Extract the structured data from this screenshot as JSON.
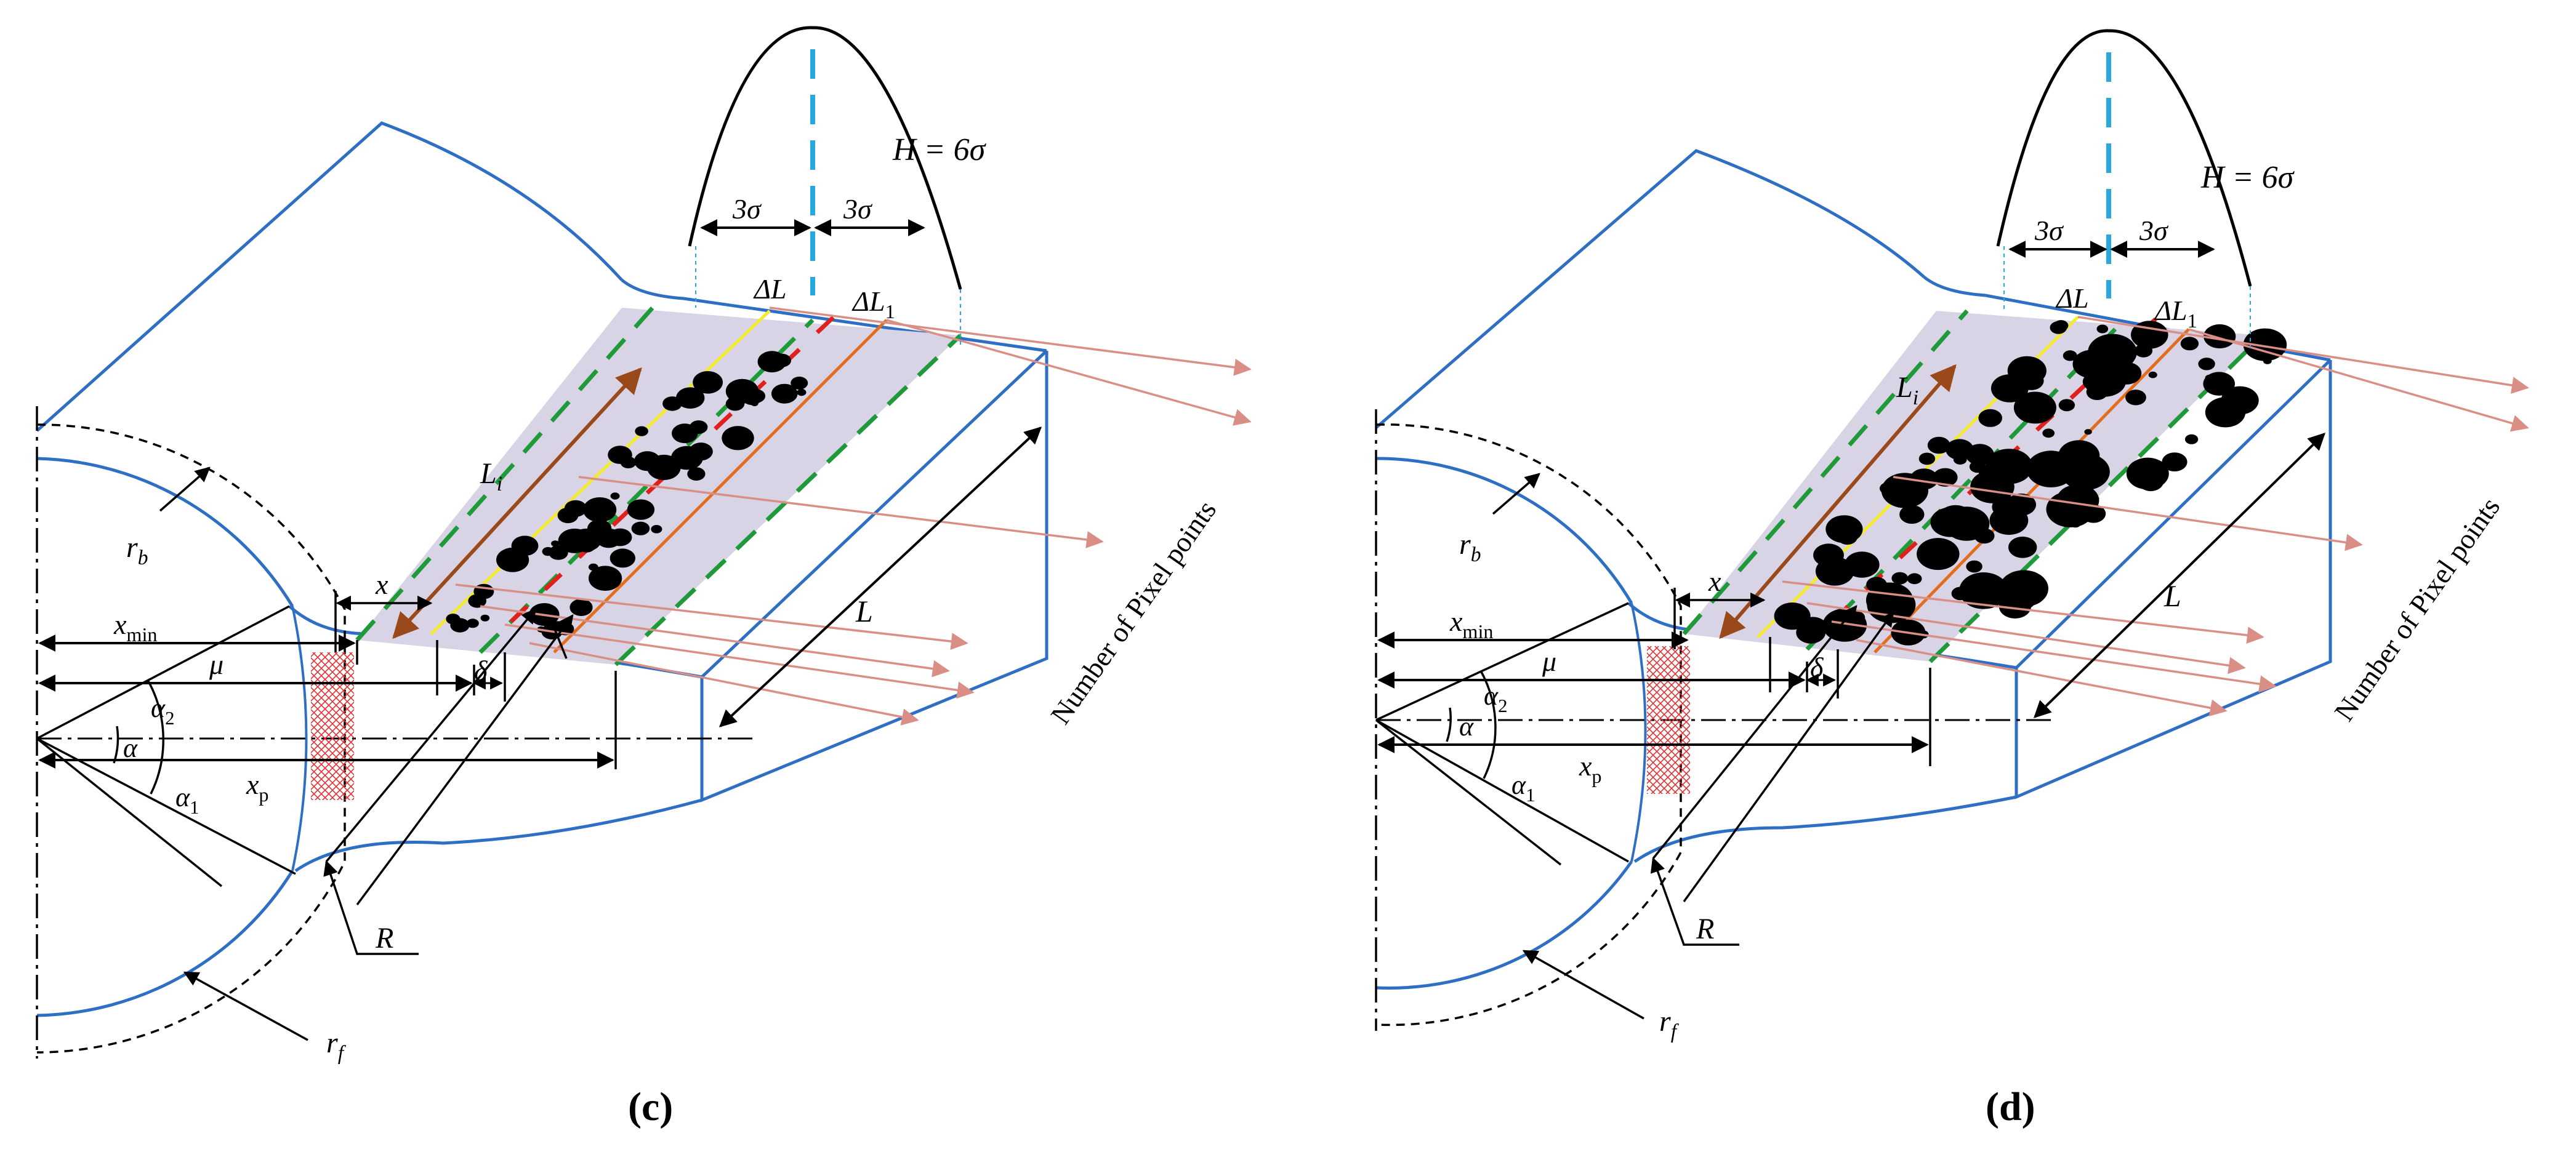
{
  "panels": [
    {
      "id": "c",
      "caption": "(c)",
      "labels": {
        "H": "H = 6σ",
        "three_sigma_left": "3σ",
        "three_sigma_right": "3σ",
        "delta_L": "ΔL",
        "delta_L1": "ΔL1",
        "L_i": "Li",
        "L": "L",
        "x": "x",
        "x_min": "xmin",
        "mu": "μ",
        "delta": "δ",
        "x_p": "xp",
        "alpha": "α",
        "alpha1": "α1",
        "alpha2": "α2",
        "r_b": "rb",
        "r_f": "rf",
        "R": "R",
        "pixel_axis": "Number of Pixel points"
      }
    },
    {
      "id": "d",
      "caption": "(d)",
      "labels": {
        "H": "H = 6σ",
        "three_sigma_left": "3σ",
        "three_sigma_right": "3σ",
        "delta_L": "ΔL",
        "delta_L1": "ΔL1",
        "L_i": "Li",
        "L": "L",
        "x": "x",
        "x_min": "xmin",
        "mu": "μ",
        "delta": "δ",
        "x_p": "xp",
        "alpha": "α",
        "alpha1": "α1",
        "alpha2": "α2",
        "r_b": "rb",
        "r_f": "rf",
        "R": "R",
        "pixel_axis": "Number of Pixel points"
      }
    }
  ],
  "colors": {
    "outline": "#2e6fc4",
    "band_fill": "#d9d3e6",
    "dash_green": "#1f9a3a",
    "dash_red": "#e0201c",
    "line_orange": "#e36d1b",
    "line_yellow": "#f2ea2c",
    "arrow_brown": "#9a4a1a",
    "pixel_arrow": "#d98f86",
    "mean_line": "#29a8e0",
    "hatch": "#e03030",
    "pores": "#000000"
  }
}
